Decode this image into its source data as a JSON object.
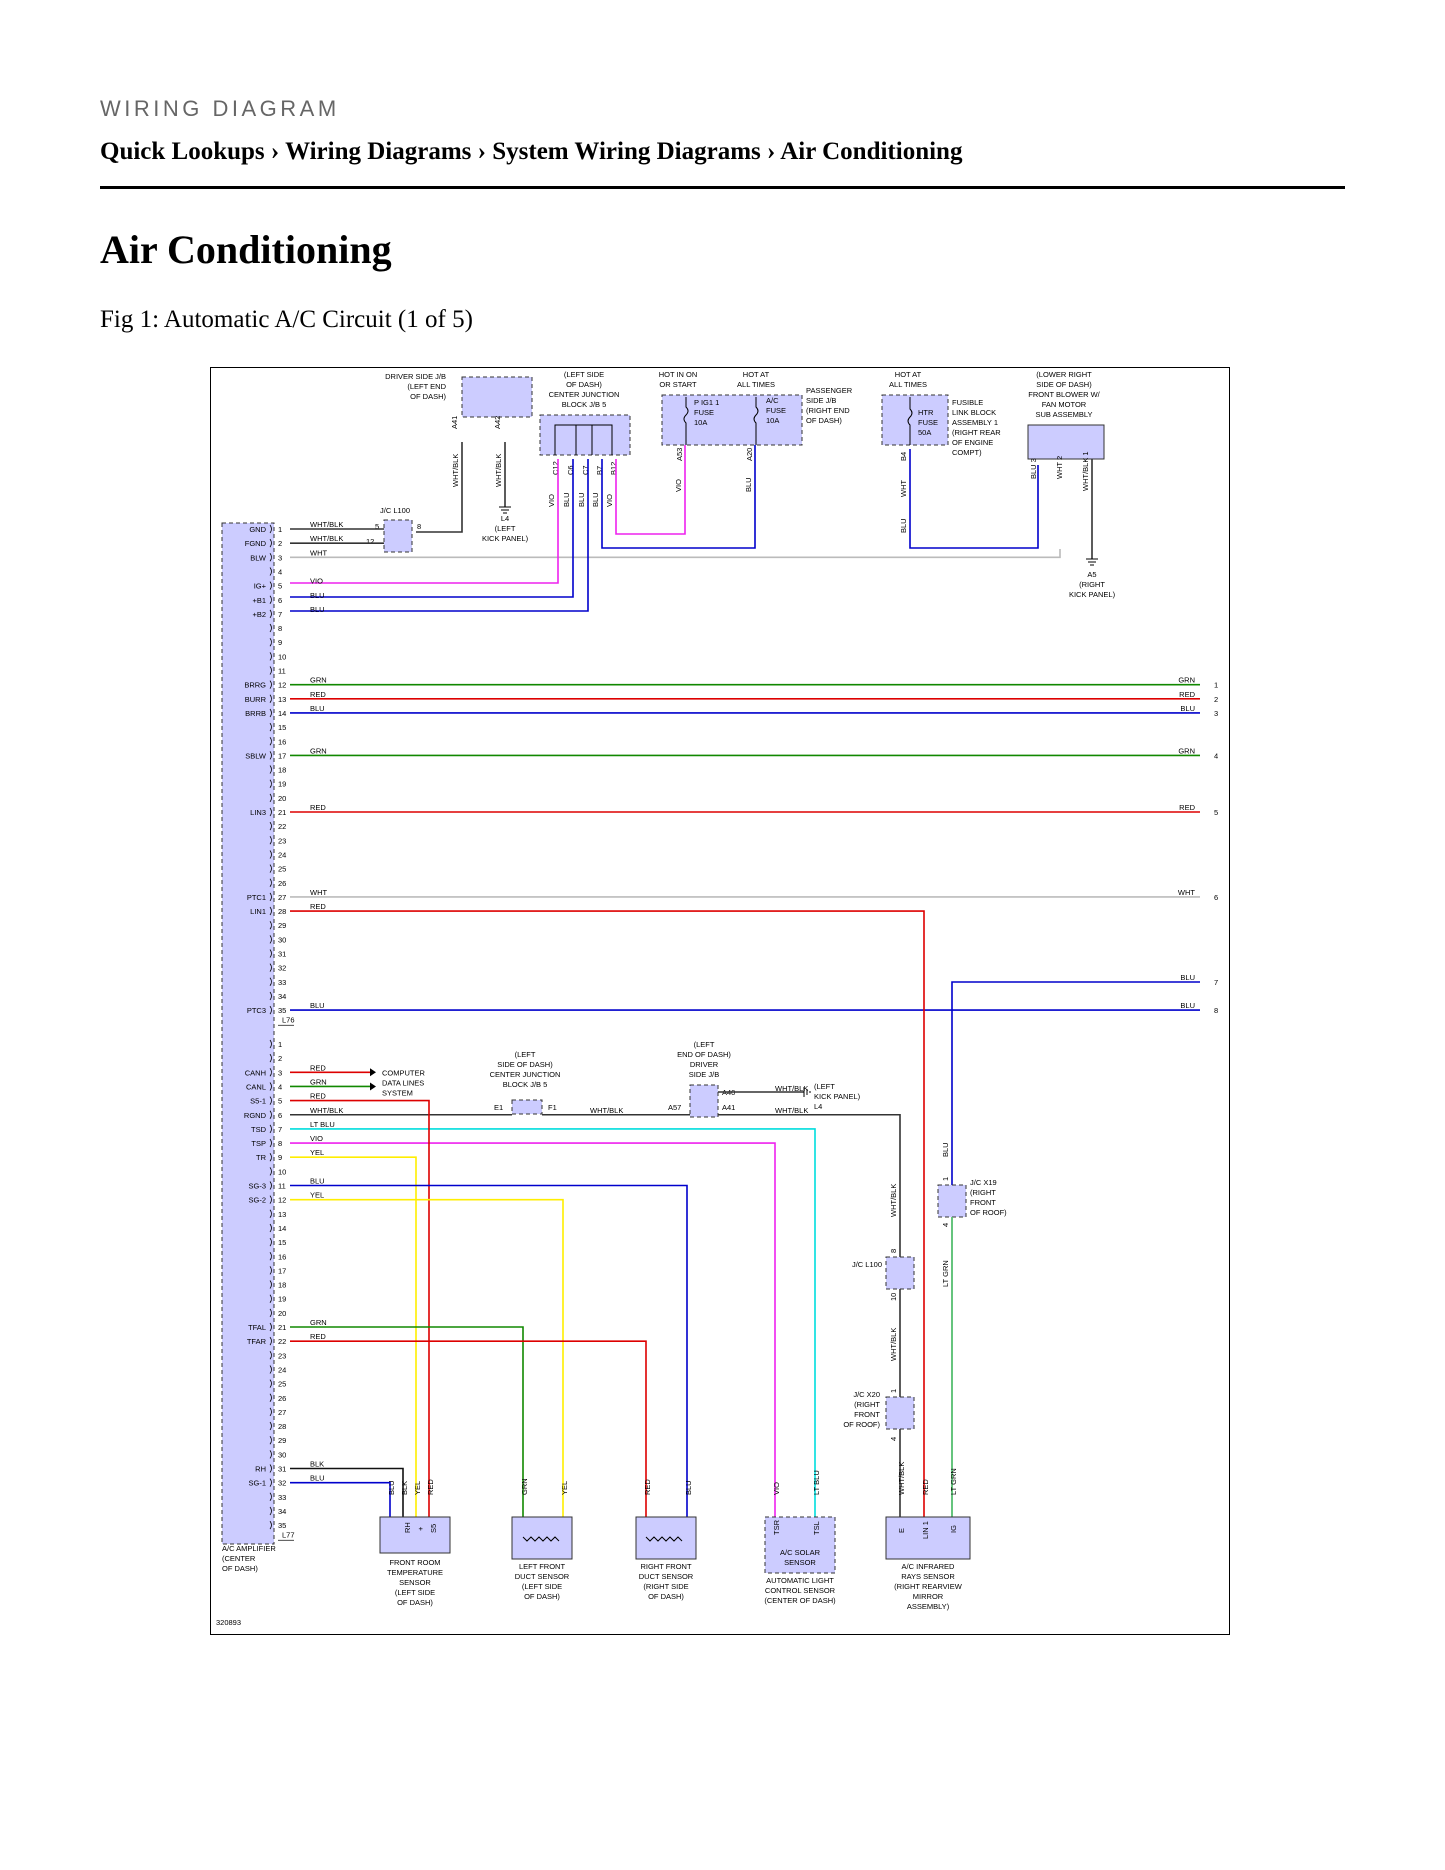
{
  "header": {
    "label": "WIRING DIAGRAM"
  },
  "breadcrumb": [
    "Quick Lookups",
    "Wiring Diagrams",
    "System Wiring Diagrams",
    "Air Conditioning"
  ],
  "breadcrumb_sep": "›",
  "page": {
    "title": "Air Conditioning",
    "caption": "Fig 1: Automatic A/C Circuit (1 of 5)"
  },
  "diagram": {
    "figure_id": "320893",
    "colors": {
      "BLU": "#0000cc",
      "VIO": "#ee22ee",
      "GRN": "#118800",
      "RED": "#dd0000",
      "WHT": "#bbbbbb",
      "WHTBLK": "#333333",
      "LTBLU": "#00dddd",
      "YEL": "#ffee00",
      "LTGRN": "#66dd66",
      "BLK": "#111111",
      "block": "#ccccff"
    },
    "amplifier": {
      "label": "A/C AMPLIFIER (CENTER OF DASH)",
      "top_connector": "",
      "bottom_connector_top": "L76",
      "bottom_connector_end": "L77",
      "top_pins": [
        {
          "n": "1",
          "name": "GND",
          "wire": "WHT/BLK"
        },
        {
          "n": "2",
          "name": "FGND",
          "wire": "WHT/BLK"
        },
        {
          "n": "3",
          "name": "BLW",
          "wire": "WHT"
        },
        {
          "n": "4",
          "name": "",
          "wire": ""
        },
        {
          "n": "5",
          "name": "IG+",
          "wire": "VIO"
        },
        {
          "n": "6",
          "name": "+B1",
          "wire": "BLU"
        },
        {
          "n": "7",
          "name": "+B2",
          "wire": "BLU"
        },
        {
          "n": "8",
          "name": "",
          "wire": ""
        },
        {
          "n": "9",
          "name": "",
          "wire": ""
        },
        {
          "n": "10",
          "name": "",
          "wire": ""
        },
        {
          "n": "11",
          "name": "",
          "wire": ""
        },
        {
          "n": "12",
          "name": "BRRG",
          "wire": "GRN"
        },
        {
          "n": "13",
          "name": "BURR",
          "wire": "RED"
        },
        {
          "n": "14",
          "name": "BRRB",
          "wire": "BLU"
        },
        {
          "n": "15",
          "name": "",
          "wire": ""
        },
        {
          "n": "16",
          "name": "",
          "wire": ""
        },
        {
          "n": "17",
          "name": "SBLW",
          "wire": "GRN"
        },
        {
          "n": "18",
          "name": "",
          "wire": ""
        },
        {
          "n": "19",
          "name": "",
          "wire": ""
        },
        {
          "n": "20",
          "name": "",
          "wire": ""
        },
        {
          "n": "21",
          "name": "LIN3",
          "wire": "RED"
        },
        {
          "n": "22",
          "name": "",
          "wire": ""
        },
        {
          "n": "23",
          "name": "",
          "wire": ""
        },
        {
          "n": "24",
          "name": "",
          "wire": ""
        },
        {
          "n": "25",
          "name": "",
          "wire": ""
        },
        {
          "n": "26",
          "name": "",
          "wire": ""
        },
        {
          "n": "27",
          "name": "PTC1",
          "wire": "WHT"
        },
        {
          "n": "28",
          "name": "LIN1",
          "wire": "RED"
        },
        {
          "n": "29",
          "name": "",
          "wire": ""
        },
        {
          "n": "30",
          "name": "",
          "wire": ""
        },
        {
          "n": "31",
          "name": "",
          "wire": ""
        },
        {
          "n": "32",
          "name": "",
          "wire": ""
        },
        {
          "n": "33",
          "name": "",
          "wire": ""
        },
        {
          "n": "34",
          "name": "",
          "wire": ""
        },
        {
          "n": "35",
          "name": "PTC3",
          "wire": "BLU"
        }
      ],
      "bottom_pins": [
        {
          "n": "1",
          "name": "",
          "wire": ""
        },
        {
          "n": "2",
          "name": "",
          "wire": ""
        },
        {
          "n": "3",
          "name": "CANH",
          "wire": "RED"
        },
        {
          "n": "4",
          "name": "CANL",
          "wire": "GRN"
        },
        {
          "n": "5",
          "name": "S5-1",
          "wire": "RED"
        },
        {
          "n": "6",
          "name": "RGND",
          "wire": "WHT/BLK"
        },
        {
          "n": "7",
          "name": "TSD",
          "wire": "LT BLU"
        },
        {
          "n": "8",
          "name": "TSP",
          "wire": "VIO"
        },
        {
          "n": "9",
          "name": "TR",
          "wire": "YEL"
        },
        {
          "n": "10",
          "name": "",
          "wire": ""
        },
        {
          "n": "11",
          "name": "SG-3",
          "wire": "BLU"
        },
        {
          "n": "12",
          "name": "SG-2",
          "wire": "YEL"
        },
        {
          "n": "13",
          "name": "",
          "wire": ""
        },
        {
          "n": "14",
          "name": "",
          "wire": ""
        },
        {
          "n": "15",
          "name": "",
          "wire": ""
        },
        {
          "n": "16",
          "name": "",
          "wire": ""
        },
        {
          "n": "17",
          "name": "",
          "wire": ""
        },
        {
          "n": "18",
          "name": "",
          "wire": ""
        },
        {
          "n": "19",
          "name": "",
          "wire": ""
        },
        {
          "n": "20",
          "name": "",
          "wire": ""
        },
        {
          "n": "21",
          "name": "TFAL",
          "wire": "GRN"
        },
        {
          "n": "22",
          "name": "TFAR",
          "wire": "RED"
        },
        {
          "n": "23",
          "name": "",
          "wire": ""
        },
        {
          "n": "24",
          "name": "",
          "wire": ""
        },
        {
          "n": "25",
          "name": "",
          "wire": ""
        },
        {
          "n": "26",
          "name": "",
          "wire": ""
        },
        {
          "n": "27",
          "name": "",
          "wire": ""
        },
        {
          "n": "28",
          "name": "",
          "wire": ""
        },
        {
          "n": "29",
          "name": "",
          "wire": ""
        },
        {
          "n": "30",
          "name": "",
          "wire": ""
        },
        {
          "n": "31",
          "name": "RH",
          "wire": "BLK"
        },
        {
          "n": "32",
          "name": "SG-1",
          "wire": "BLU"
        },
        {
          "n": "33",
          "name": "",
          "wire": ""
        },
        {
          "n": "34",
          "name": "",
          "wire": ""
        },
        {
          "n": "35",
          "name": "",
          "wire": ""
        }
      ]
    },
    "right_exits": [
      {
        "wire": "GRN",
        "n": "1"
      },
      {
        "wire": "RED",
        "n": "2"
      },
      {
        "wire": "BLU",
        "n": "3"
      },
      {
        "wire": "GRN",
        "n": "4"
      },
      {
        "wire": "RED",
        "n": "5"
      },
      {
        "wire": "WHT",
        "n": "6"
      },
      {
        "wire": "BLU",
        "n": "7"
      },
      {
        "wire": "BLU",
        "n": "8"
      }
    ],
    "labels": {
      "driver_jb": [
        "DRIVER SIDE J/B",
        "(LEFT END",
        "OF DASH)"
      ],
      "center_jb": [
        "(LEFT SIDE",
        "OF DASH)",
        "CENTER JUNCTION",
        "BLOCK J/B 5"
      ],
      "hot_on_start": [
        "HOT IN ON",
        "OR START"
      ],
      "hot_all_times": [
        "HOT AT",
        "ALL TIMES"
      ],
      "hot_all_times2": [
        "HOT AT",
        "ALL TIMES"
      ],
      "passenger_jb": [
        "PASSENGER",
        "SIDE J/B",
        "(RIGHT END",
        "OF DASH)"
      ],
      "fusible_block": [
        "FUSIBLE",
        "LINK BLOCK",
        "ASSEMBLY 1",
        "(RIGHT REAR",
        "OF ENGINE",
        "COMPT)"
      ],
      "blower": [
        "(LOWER RIGHT",
        "SIDE OF DASH)",
        "FRONT BLOWER W/",
        "FAN MOTOR",
        "SUB ASSEMBLY"
      ],
      "fuse_pig": [
        "P IG1 1",
        "FUSE",
        "10A"
      ],
      "fuse_ac": [
        "A/C",
        "FUSE",
        "10A"
      ],
      "fuse_htr": [
        "HTR",
        "FUSE",
        "50A"
      ],
      "jc_l100_top": "J/C L100",
      "l4_top": [
        "L4",
        "(LEFT",
        "KICK PANEL)"
      ],
      "a5": [
        "A5",
        "(RIGHT",
        "KICK PANEL)"
      ],
      "can": [
        "COMPUTER",
        "DATA LINES",
        "SYSTEM"
      ],
      "center_jb2": [
        "(LEFT",
        "SIDE OF DASH)",
        "CENTER JUNCTION",
        "BLOCK J/B 5"
      ],
      "driver_jb2": [
        "(LEFT",
        "END OF DASH)",
        "DRIVER",
        "SIDE J/B"
      ],
      "l4_mid": [
        "(LEFT",
        "KICK PANEL)",
        "L4"
      ],
      "jc_x19": [
        "J/C X19",
        "(RIGHT",
        "FRONT",
        "OF ROOF)"
      ],
      "jc_l100_mid": "J/C L100",
      "jc_x20": [
        "J/C X20",
        "(RIGHT",
        "FRONT",
        "OF ROOF)"
      ],
      "room_sensor": [
        "FRONT ROOM",
        "TEMPERATURE",
        "SENSOR",
        "(LEFT SIDE",
        "OF DASH)"
      ],
      "left_duct": [
        "LEFT FRONT",
        "DUCT SENSOR",
        "(LEFT SIDE",
        "OF DASH)"
      ],
      "right_duct": [
        "RIGHT FRONT",
        "DUCT SENSOR",
        "(RIGHT SIDE",
        "OF DASH)"
      ],
      "solar": [
        "A/C SOLAR",
        "SENSOR"
      ],
      "auto_light": [
        "AUTOMATIC LIGHT",
        "CONTROL SENSOR",
        "(CENTER OF DASH)"
      ],
      "infrared": [
        "A/C INFRARED",
        "RAYS SENSOR",
        "(RIGHT REARVIEW",
        "MIRROR",
        "ASSEMBLY)"
      ],
      "amp_label": [
        "A/C AMPLIFIER",
        "(CENTER",
        "OF DASH)"
      ]
    },
    "pin_codes": {
      "A41": "A41",
      "A42": "A42",
      "C12": "C12",
      "C6": "C6",
      "C7": "C7",
      "B7": "B7",
      "B12": "B12",
      "A53": "A53",
      "A20": "A20",
      "B4": "B4",
      "E1": "E1",
      "F1": "F1",
      "A57": "A57",
      "A40": "A40",
      "A41b": "A41",
      "p1": "1",
      "p2": "2",
      "p3": "3",
      "p4": "4",
      "p5": "5",
      "p8": "8",
      "p10": "10",
      "p12": "12",
      "RH": "RH",
      "S5": "S5",
      "plus": "+",
      "TSR": "TSR",
      "TSL": "TSL",
      "E": "E",
      "LIN1": "LIN 1",
      "IG": "IG"
    },
    "wire_texts": {
      "WHTBLK": "WHT/BLK",
      "WHT": "WHT",
      "VIO": "VIO",
      "BLU": "BLU",
      "GRN": "GRN",
      "RED": "RED",
      "LTBLU": "LT BLU",
      "YEL": "YEL",
      "LTGRN": "LT GRN",
      "BLK": "BLK"
    }
  }
}
